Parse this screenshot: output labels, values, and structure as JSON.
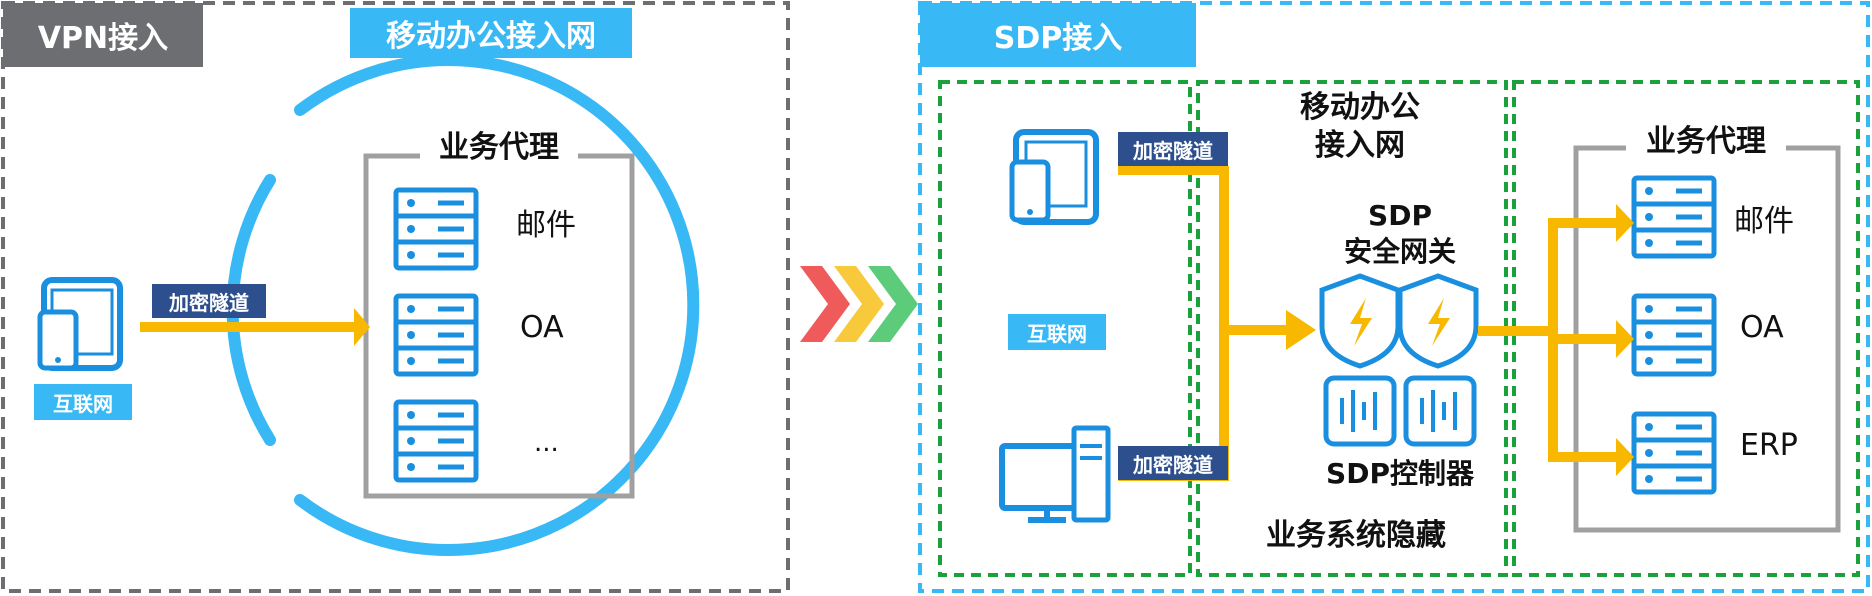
{
  "vpn_panel": {
    "title": "VPN接入",
    "network_title": "移动办公接入网",
    "tunnel_label": "加密隧道",
    "internet_label": "互联网",
    "proxy_title": "业务代理",
    "services": [
      "邮件",
      "OA",
      "..."
    ]
  },
  "sdp_panel": {
    "title": "SDP接入",
    "internet_label": "互联网",
    "tunnel_label_top": "加密隧道",
    "tunnel_label_bottom": "加密隧道",
    "network_title_line1": "移动办公",
    "network_title_line2": "接入网",
    "gateway_line1": "SDP",
    "gateway_line2": "安全网关",
    "controller_label": "SDP控制器",
    "hidden_label": "业务系统隐藏",
    "proxy_title": "业务代理",
    "services": [
      "邮件",
      "OA",
      "ERP"
    ]
  },
  "colors": {
    "blue": "#38b8f5",
    "icon_blue": "#1a8fe0",
    "gray": "#6d6e71",
    "green": "#1aa13b",
    "gold": "#f8b800",
    "navy": "#2d4f8e",
    "chevron_red": "#ef5b5b",
    "chevron_yellow": "#f8c93a",
    "chevron_green": "#5ccb7a"
  }
}
